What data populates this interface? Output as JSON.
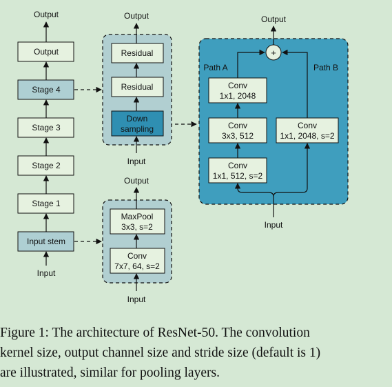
{
  "labels": {
    "output": "Output",
    "input": "Input"
  },
  "left_column": {
    "output_box": "Output",
    "stage4": "Stage 4",
    "stage3": "Stage 3",
    "stage2": "Stage 2",
    "stage1": "Stage 1",
    "input_stem": "Input stem"
  },
  "stage_detail": {
    "residual_top": "Residual",
    "residual_bottom": "Residual",
    "downsampling_line1": "Down",
    "downsampling_line2": "sampling"
  },
  "stem_detail": {
    "maxpool_line1": "MaxPool",
    "maxpool_line2": "3x3, s=2",
    "conv_line1": "Conv",
    "conv_line2": "7x7, 64, s=2"
  },
  "downsampling_detail": {
    "add_symbol": "+",
    "path_a": "Path A",
    "path_b": "Path B",
    "conv_a3_line1": "Conv",
    "conv_a3_line2": "1x1, 2048",
    "conv_a2_line1": "Conv",
    "conv_a2_line2": "3x3, 512",
    "conv_a1_line1": "Conv",
    "conv_a1_line2": "1x1, 512, s=2",
    "conv_b_line1": "Conv",
    "conv_b_line2": "1x1, 2048, s=2"
  },
  "caption": {
    "line1": "Figure 1: The architecture of ResNet-50. The convolution",
    "line2": "kernel size, output channel size and stride size (default is 1)",
    "line3": "are illustrated, similar for pooling layers."
  },
  "colors": {
    "background": "#d5e8d4",
    "box_light": "#e6f2e0",
    "box_stage": "#aecfd3",
    "group_light": "#b1cfd1",
    "group_dark": "#3f9ebe",
    "downsampling_fill": "#2f8fb2"
  }
}
